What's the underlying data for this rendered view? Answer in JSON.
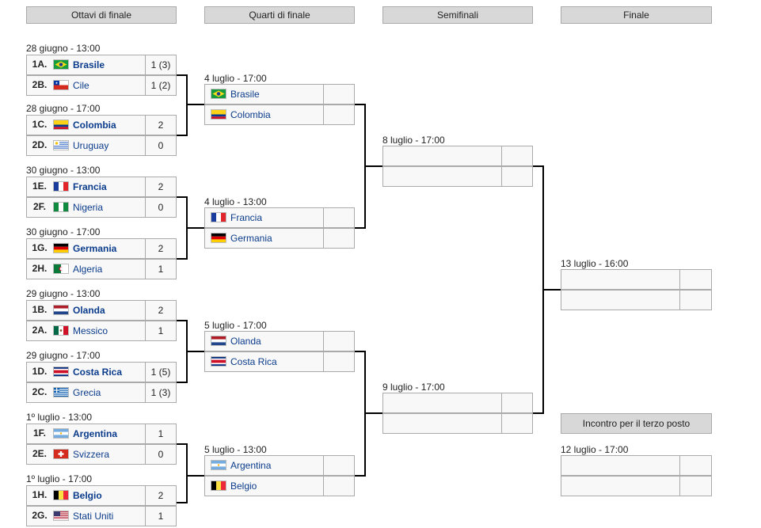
{
  "headers": {
    "round16": "Ottavi di finale",
    "quarters": "Quarti di finale",
    "semis": "Semifinali",
    "final": "Finale",
    "third": "Incontro per il terzo posto"
  },
  "r16": [
    {
      "date": "28 giugno - 13:00",
      "t1": {
        "seed": "1A.",
        "name": "Brasile",
        "flag": "brazil-flag",
        "score": "1 (3)",
        "win": true
      },
      "t2": {
        "seed": "2B.",
        "name": "Cile",
        "flag": "chile-flag",
        "score": "1 (2)",
        "win": false
      }
    },
    {
      "date": "28 giugno - 17:00",
      "t1": {
        "seed": "1C.",
        "name": "Colombia",
        "flag": "colombia-flag",
        "score": "2",
        "win": true
      },
      "t2": {
        "seed": "2D.",
        "name": "Uruguay",
        "flag": "uruguay-flag",
        "score": "0",
        "win": false
      }
    },
    {
      "date": "30 giugno - 13:00",
      "t1": {
        "seed": "1E.",
        "name": "Francia",
        "flag": "france-flag",
        "score": "2",
        "win": true
      },
      "t2": {
        "seed": "2F.",
        "name": "Nigeria",
        "flag": "nigeria-flag",
        "score": "0",
        "win": false
      }
    },
    {
      "date": "30 giugno - 17:00",
      "t1": {
        "seed": "1G.",
        "name": "Germania",
        "flag": "germany-flag",
        "score": "2",
        "win": true
      },
      "t2": {
        "seed": "2H.",
        "name": "Algeria",
        "flag": "algeria-flag",
        "score": "1",
        "win": false
      }
    },
    {
      "date": "29 giugno - 13:00",
      "t1": {
        "seed": "1B.",
        "name": "Olanda",
        "flag": "netherlands-flag",
        "score": "2",
        "win": true
      },
      "t2": {
        "seed": "2A.",
        "name": "Messico",
        "flag": "mexico-flag",
        "score": "1",
        "win": false
      }
    },
    {
      "date": "29 giugno - 17:00",
      "t1": {
        "seed": "1D.",
        "name": "Costa Rica",
        "flag": "costa-rica-flag",
        "score": "1 (5)",
        "win": true
      },
      "t2": {
        "seed": "2C.",
        "name": "Grecia",
        "flag": "greece-flag",
        "score": "1 (3)",
        "win": false
      }
    },
    {
      "date": "1º luglio - 13:00",
      "t1": {
        "seed": "1F.",
        "name": "Argentina",
        "flag": "argentina-flag",
        "score": "1",
        "win": true
      },
      "t2": {
        "seed": "2E.",
        "name": "Svizzera",
        "flag": "switzerland-flag",
        "score": "0",
        "win": false
      }
    },
    {
      "date": "1º luglio - 17:00",
      "t1": {
        "seed": "1H.",
        "name": "Belgio",
        "flag": "belgium-flag",
        "score": "2",
        "win": true
      },
      "t2": {
        "seed": "2G.",
        "name": "Stati Uniti",
        "flag": "usa-flag",
        "score": "1",
        "win": false
      }
    }
  ],
  "qf": [
    {
      "date": "4 luglio - 17:00",
      "t1": {
        "name": "Brasile",
        "flag": "brazil-flag"
      },
      "t2": {
        "name": "Colombia",
        "flag": "colombia-flag"
      }
    },
    {
      "date": "4 luglio - 13:00",
      "t1": {
        "name": "Francia",
        "flag": "france-flag"
      },
      "t2": {
        "name": "Germania",
        "flag": "germany-flag"
      }
    },
    {
      "date": "5 luglio - 17:00",
      "t1": {
        "name": "Olanda",
        "flag": "netherlands-flag"
      },
      "t2": {
        "name": "Costa Rica",
        "flag": "costa-rica-flag"
      }
    },
    {
      "date": "5 luglio - 13:00",
      "t1": {
        "name": "Argentina",
        "flag": "argentina-flag"
      },
      "t2": {
        "name": "Belgio",
        "flag": "belgium-flag"
      }
    }
  ],
  "sf": [
    {
      "date": "8 luglio - 17:00"
    },
    {
      "date": "9 luglio - 17:00"
    }
  ],
  "final": {
    "date": "13 luglio - 16:00"
  },
  "third": {
    "date": "12 luglio - 17:00"
  }
}
